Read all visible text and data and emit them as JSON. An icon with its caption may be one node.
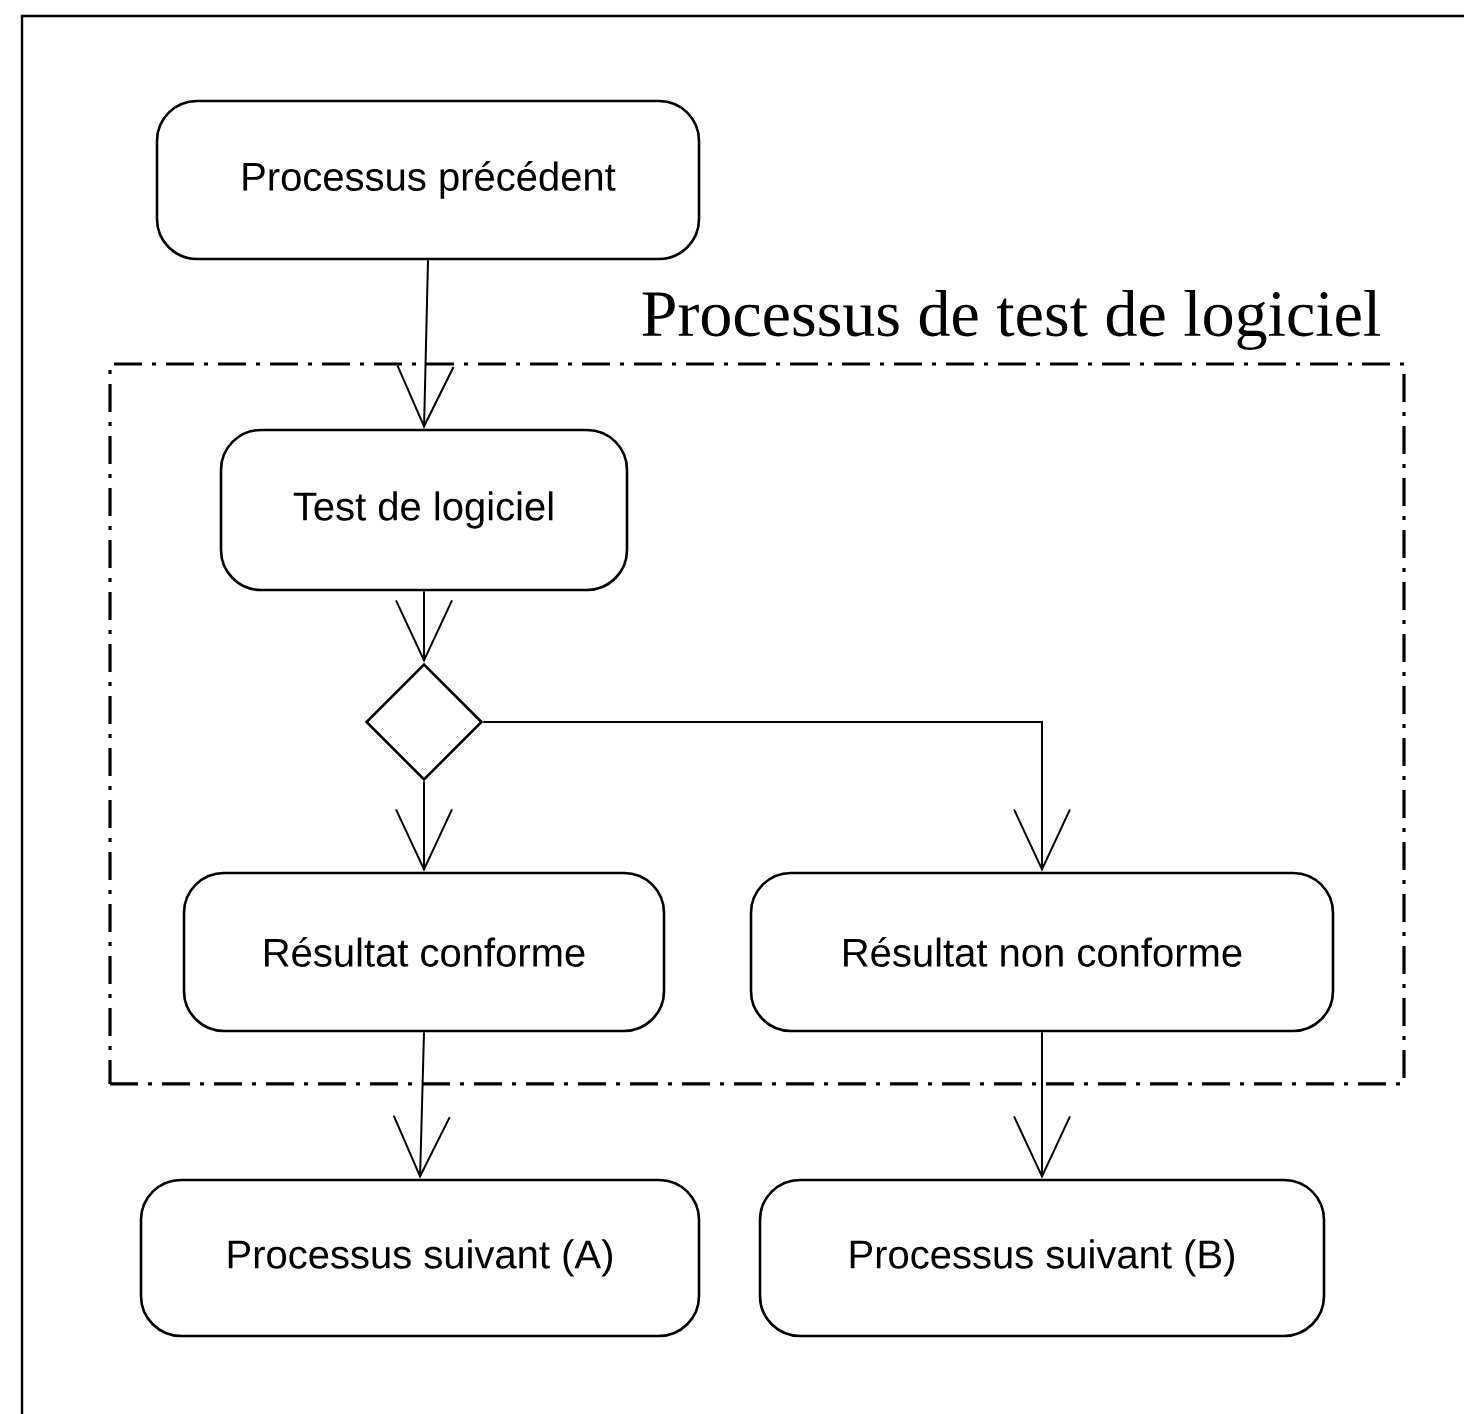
{
  "diagram": {
    "nodes": [
      {
        "text": [
          "Processus précédent"
        ]
      },
      {
        "text": [
          "Processus de test de logiciel"
        ]
      },
      {
        "text": [
          "Test de logiciel"
        ],
        "in": 1
      },
      {
        "text": [],
        "shape": "diamond",
        "in": 1
      },
      {
        "text": [
          "Résultat conforme"
        ],
        "in": 1
      },
      {
        "text": [
          "Résultat non conforme"
        ],
        "in": 1
      },
      {
        "text": [
          "Processus suivant (A)"
        ]
      },
      {
        "text": [
          "Processus suivant (B)"
        ]
      }
    ],
    "edges": [
      {
        "from": 0,
        "to": 2,
        "arrow": "to"
      },
      {
        "from": 2,
        "to": 3,
        "arrow": "to"
      },
      {
        "from": 3,
        "to": 4,
        "arrow": "to"
      },
      {
        "from": 3,
        "to": 5,
        "arrow": "to"
      },
      {
        "from": 4,
        "to": 6,
        "arrow": "to"
      },
      {
        "from": 5,
        "to": 7,
        "arrow": "to"
      }
    ]
  }
}
